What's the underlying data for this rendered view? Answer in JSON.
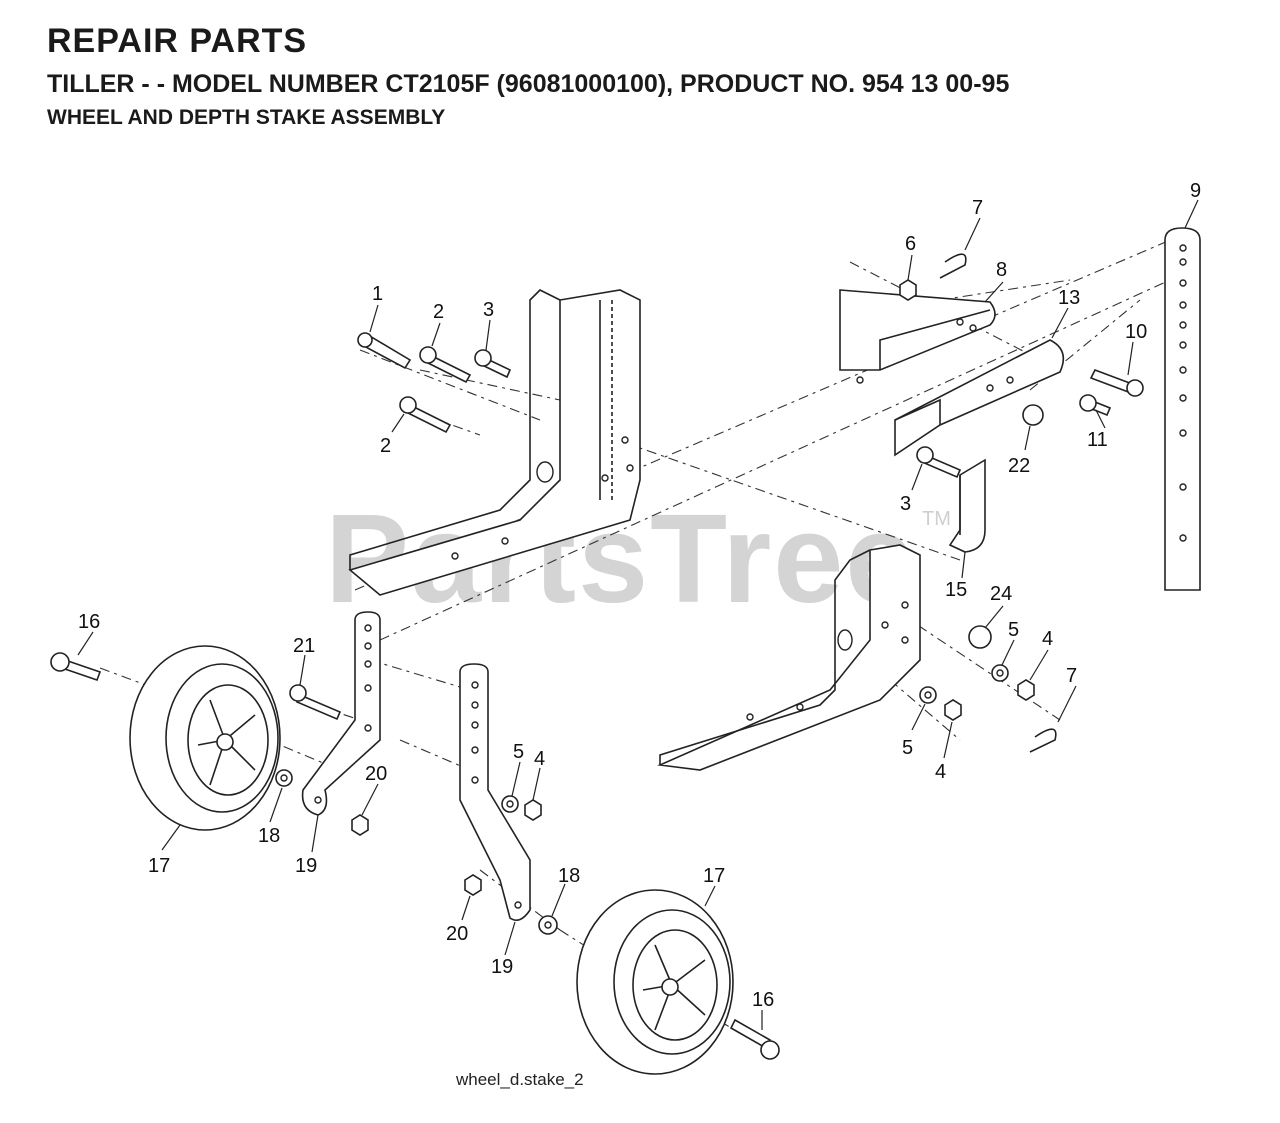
{
  "header": {
    "title": "REPAIR PARTS",
    "model_line": "TILLER - - MODEL NUMBER CT2105F (96081000100), PRODUCT NO. 954 13 00-95",
    "assembly": "WHEEL AND DEPTH STAKE ASSEMBLY"
  },
  "watermark": {
    "text": "PartsTree",
    "tm": "TM"
  },
  "caption": "wheel_d.stake_2",
  "callouts": {
    "c1": "1",
    "c2a": "2",
    "c2b": "2",
    "c3a": "3",
    "c3b": "3",
    "c4a": "4",
    "c4b": "4",
    "c4c": "4",
    "c5a": "5",
    "c5b": "5",
    "c5c": "5",
    "c6": "6",
    "c7a": "7",
    "c7b": "7",
    "c8": "8",
    "c9": "9",
    "c10": "10",
    "c11": "11",
    "c13": "13",
    "c15": "15",
    "c16a": "16",
    "c16b": "16",
    "c17a": "17",
    "c17b": "17",
    "c18a": "18",
    "c18b": "18",
    "c19a": "19",
    "c19b": "19",
    "c20a": "20",
    "c20b": "20",
    "c21": "21",
    "c22": "22",
    "c24": "24"
  }
}
